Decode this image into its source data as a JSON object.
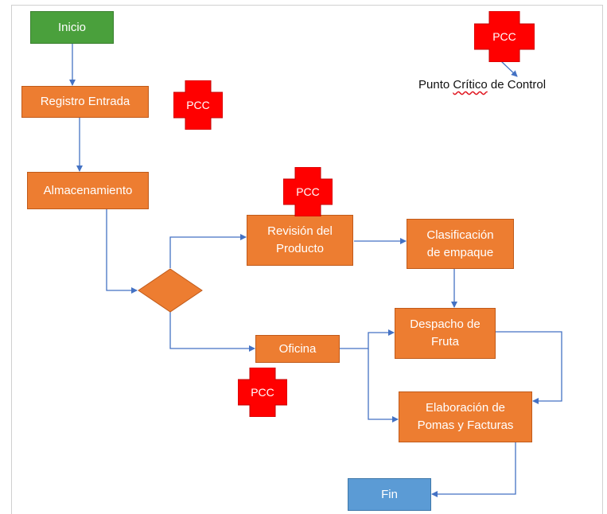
{
  "diagram": {
    "nodes": {
      "start": "Inicio",
      "registro": "Registro Entrada",
      "almacenamiento": "Almacenamiento",
      "revision": "Revisión del Producto",
      "clasificacion": "Clasificación de empaque",
      "oficina": "Oficina",
      "despacho": "Despacho de Fruta",
      "elaboracion": "Elaboración de Pomas y Facturas",
      "end": "Fin"
    },
    "pcc_label": "PCC",
    "legend": {
      "before": "Punto ",
      "misspelled": "Crítico",
      "after": " de Control"
    }
  },
  "colors": {
    "process": "#ed7d31",
    "start": "#4aa03c",
    "end": "#5b9bd5",
    "pcc": "#ff0000",
    "connector": "#4472c4"
  }
}
